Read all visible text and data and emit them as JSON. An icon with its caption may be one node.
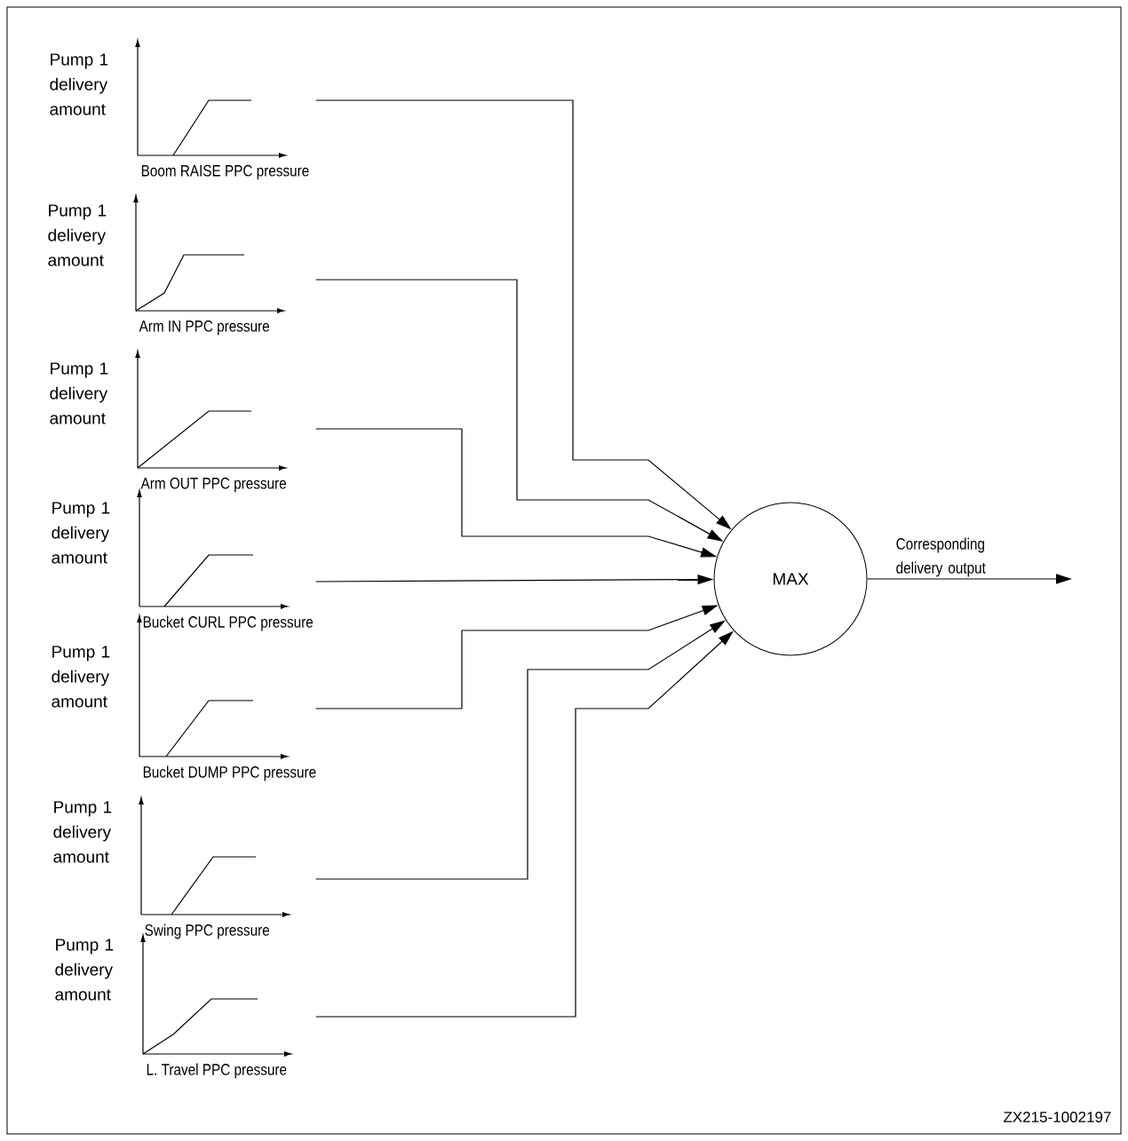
{
  "diagram": {
    "nodes": [
      {
        "text": [
          "Pump 1 delivery amount",
          "Boom RAISE PPC pressure"
        ]
      },
      {
        "text": [
          "Pump 1 delivery amount",
          "Arm IN PPC pressure"
        ]
      },
      {
        "text": [
          "Pump 1 delivery amount",
          "Arm OUT PPC pressure"
        ]
      },
      {
        "text": [
          "Pump 1 delivery amount",
          "Bucket CURL PPC pressure"
        ]
      },
      {
        "text": [
          "Pump 1 delivery amount",
          "Bucket DUMP PPC pressure"
        ]
      },
      {
        "text": [
          "Pump 1 delivery amount",
          "Swing PPC pressure"
        ]
      },
      {
        "text": [
          "Pump 1 delivery amount",
          "L. Travel PPC pressure"
        ]
      },
      {
        "text": [
          "MAX"
        ]
      }
    ],
    "edges": [
      {
        "from": 0,
        "to": 7,
        "arrow": "to"
      },
      {
        "from": 1,
        "to": 7,
        "arrow": "to"
      },
      {
        "from": 2,
        "to": 7,
        "arrow": "to"
      },
      {
        "from": 3,
        "to": 7,
        "arrow": "to"
      },
      {
        "from": 4,
        "to": 7,
        "arrow": "to"
      },
      {
        "from": 5,
        "to": 7,
        "arrow": "to"
      },
      {
        "from": 6,
        "to": 7,
        "arrow": "to"
      },
      {
        "from": 7,
        "to": null,
        "arrow": "to",
        "label": "Corresponding delivery output"
      }
    ],
    "labels": [
      "ZX215-1002197"
    ]
  }
}
